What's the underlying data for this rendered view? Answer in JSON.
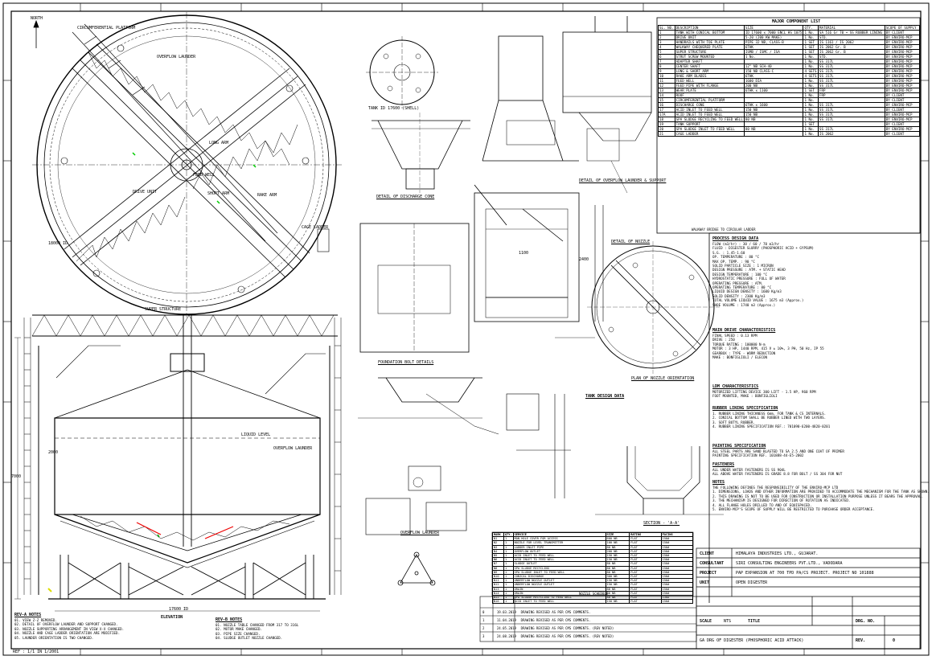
{
  "drawing": {
    "north_label": "NORTH",
    "client_label": "CLIENT",
    "client_value": "HIMALAYA INDUSTRIES LTD., GUJARAT.",
    "consultant_label": "CONSULTANT",
    "consultant_value": "SIRI CONSULTING ENGINEERS PVT.LTD., VADODARA",
    "project_label": "PROJECT",
    "project_value": "PAP EXPANSION AT 700 TPD PA/CS PROJECT. PROJECT NO 101888",
    "unit_label": "UNIT",
    "unit_value": "OPEN DIGESTER",
    "title_label": "TITLE",
    "title_value": "GA DRG OF DIGESTER (PHOSPHORIC ACID ATTACK)",
    "drg_no_label": "DRG. NO.",
    "rev_label": "REV.",
    "rev_value": "0",
    "scale_label": "SCALE",
    "scale_value": "NTS",
    "bottom_ref": "REF : 1/1 IN 1/2001"
  },
  "component_list": {
    "title": "MAJOR COMPONENT LIST",
    "headers": [
      "SL. NO.",
      "DESCRIPTION",
      "SIZE",
      "QTY.",
      "MATERIAL",
      "SCOPE OF SUPPLY"
    ],
    "rows": [
      [
        "1",
        "TANK WITH CONICAL BOTTOM",
        "ID 17600 x 7000 ENCL HS 1075",
        "1 No.",
        "SA 516 Gr 70 + SS RUBBER LINING",
        "BY CLIENT"
      ],
      [
        "2",
        "DRIVE UNIT",
        "5-20 (200 KW MAKE)",
        "1 No.",
        "STD.",
        "BY ENVIRO-MCP"
      ],
      [
        "3",
        "HANDRAILS WITH TOE PLATE",
        "PIPE 32 NB, CLASS-B",
        "1 SET",
        "IS 1161 / IS 2062",
        "BY ENVIRO-MCP"
      ],
      [
        "4",
        "WALKWAY CHEQUERED PLATE",
        "6THK",
        "1 SET",
        "IS 2062 Gr. B",
        "BY ENVIRO-MCP"
      ],
      [
        "5",
        "SUPER STRUCTURE",
        "ISMB / ISMC / ISA",
        "1 SET",
        "IS 2062 Gr. B",
        "BY ENVIRO-MCP"
      ],
      [
        "6",
        "STRUT SCREW MOUNTED",
        "1 No.",
        "1 No.",
        "STD.",
        "BY ENVIRO-MCP"
      ],
      [
        "7",
        "ADAPTER SHAFT",
        "",
        "1 No.",
        "SS 317L",
        "BY ENVIRO-MCP"
      ],
      [
        "8",
        "CENTER SHAFT",
        "12\" NB SCH-40",
        "1 No.",
        "SS 317L",
        "BY ENVIRO-MCP"
      ],
      [
        "9",
        "LONG & SHORT ARM",
        "150 NB CLASS-C",
        "4 SETS",
        "SS 317L",
        "BY ENVIRO-MCP"
      ],
      [
        "10",
        "RAKE ARM BLADES",
        "6THK",
        "4 SETS",
        "SS 317L",
        "BY ENVIRO-MCP"
      ],
      [
        "11",
        "FEED WELL",
        "1600 DIA",
        "1 No.",
        "SS 317L",
        "BY ENVIRO-MCP"
      ],
      [
        "12",
        "FEED PIPE WITH FLANGE",
        "200 NB",
        "1 No.",
        "SS 317L",
        "BY ENVIRO-MCP"
      ],
      [
        "13",
        "WEAR PLATE",
        "6THK x 1100",
        "1 SET",
        "FRP",
        "BY ENVIRO-MCP"
      ],
      [
        "14",
        "ROOF",
        "",
        "1 No.",
        "FRP",
        "BY CLIENT"
      ],
      [
        "15",
        "CIRCUMFERENTIAL PLATFORM",
        "",
        "1 No.",
        "",
        "BY CLIENT"
      ],
      [
        "16",
        "DISCHARGE CONE",
        "6THK x 1600",
        "1 No.",
        "SS 317L",
        "BY ENVIRO-MCP"
      ],
      [
        "17",
        "ACID INLET TO FEED WELL",
        "150 NB",
        "1 No.",
        "SS 317L",
        "BY CLIENT"
      ],
      [
        "17A",
        "ACID INLET TO FEED WELL",
        "150 NB",
        "1 No.",
        "SS 317L",
        "BY ENVIRO-MCP"
      ],
      [
        "18",
        "SPA SLUDGE RECYCLING TO FEED WELL",
        "80 NB",
        "1 No.",
        "SS 317L",
        "BY ENVIRO-MCP"
      ],
      [
        "19",
        "TANK SUPPORT",
        "",
        "1 SET",
        "",
        "BY CLIENT"
      ],
      [
        "20",
        "SPA SLUDGE INLET TO FEED WELL",
        "80 NB",
        "1 No.",
        "SS 317L",
        "BY ENVIRO-MCP"
      ],
      [
        "21",
        "CAGE LADDER",
        "",
        "1 No.",
        "IS 2062",
        "BY CLIENT"
      ]
    ],
    "footnote": "WALKWAY BRIDGE TO CIRCULAR LADDER"
  },
  "process_data": {
    "title": "PROCESS DESIGN DATA",
    "lines": [
      "FLOW (m3/hr) : 30 / 60 / 70 m3/hr",
      "FLUID : DIGESTER SLURRY (PHOSPHORIC ACID + GYPSUM)",
      "S.G. : 1.45-1.60",
      "OP. TEMPERATURE : 80 °C",
      "MAX OP. TEMP. : 90 °C",
      "SOLID PARTICLE SIZE : 1 MICRON",
      "DESIGN PRESSURE : ATM. + STATIC HEAD",
      "DESIGN TEMPERATURE : 100 °C",
      "HYDROSTATIC PRESSURE : FULL OF WATER",
      "OPERATING PRESSURE : ATM.",
      "OPERATING TEMPERATURE : 80 °C",
      "LIQUID DESIGN DENSITY : 1600 Kg/m3",
      "SOLID DENSITY : 2300 Kg/m3",
      "TOTAL VOLUME LIQUID VALUE : 1675 m3 (Approx.)",
      "SHOE VOLUME : 1740 m3 (Approx.)"
    ]
  },
  "drive_characteristics": {
    "title": "MAIN DRIVE CHARACTERISTICS",
    "lines": [
      "FINAL SPEED : 0.13 RPM",
      "DRIVE : 250",
      "TORQUE RATING : 100000 N-m",
      "MOTOR : 3 HP, 1440 RPM, 415 V ± 10%, 3 PH, 50 Hz, IP 55",
      "GEARBOX : TYPE - WORM REDUCTION",
      "MAKE : BONFIGLIOLI / ELECON"
    ]
  },
  "lifting_data": {
    "title": "LDM CHARACTERISTICS",
    "lines": [
      "MOTORIZED LIFTING DEVICE 300 LIFT - 1.5 HP, 960 RPM",
      "FOOT MOUNTED, MAKE : BONFIGLIOLI"
    ]
  },
  "lining": {
    "title": "RUBBER LINING SPECIFICATION",
    "lines": [
      "1. RUBBER LINING THICKNESS 6mm, FOR TANK & CS INTERNALS.",
      "2. CONICAL BOTTOM SHALL BE RUBBER LINED WITH TWO LAYERS.",
      "3. SOFT BUTYL RUBBER.",
      "4. RUBBER LINING SPECIFICATION REF.: 701090-6200-4820-0201"
    ]
  },
  "painting": {
    "title": "PAINTING SPECIFICATION",
    "lines": [
      "ALL STEEL PARTS ARE SAND BLASTED TO SA 2.5 AND ONE COAT OF PRIMER",
      "PAINTING SPECIFICATION REF. 101888-44-E5-2002"
    ]
  },
  "fasteners": {
    "title": "FASTENERS",
    "lines": [
      "ALL UNDER WATER FASTENERS IS SS 904L",
      "ALL ABOVE WATER FASTENERS IS GRADE 8.8 FOR BOLT / SS 304 FOR NUT"
    ]
  },
  "notes": {
    "title": "NOTES",
    "lines": [
      "THE FOLLOWING DEFINES THE RESPONSIBILITY OF THE ENVIRO-MCP LTD",
      "1. DIMENSIONS, LOADS AND OTHER INFORMATION ARE PROVIDED TO ACCOMMODATE THE MECHANISM FOR THE TANK AS SHOWN.",
      "2. THIS DRAWING IS NOT TO BE USED FOR CONSTRUCTION OR INSTALLATION PURPOSE UNLESS IT BEARS THE APPROVAL.",
      "3. THE MECHANISM IS DESIGNED FOR DIRECTION OF ROTATION AS INDICATED.",
      "4. ALL FLANGE HOLES DRILLED TO AND OF EQUISPACED.",
      "5. ENVIRO-MCP'S SCOPE OF SUPPLY WILL BE RESTRICTED TO PURCHASE ORDER ACCEPTANCE."
    ]
  },
  "nozzle_schedule": {
    "title": "NOZZLE SCHEDULE",
    "headers": [
      "MARK",
      "QTY.",
      "SERVICE",
      "SIZE",
      "RATING",
      "FACING"
    ],
    "rows": [
      [
        "N1",
        "1",
        "MAN HOLE COVER FOR ACCESS",
        "600 NB",
        "FLAT",
        "150#"
      ],
      [
        "N2",
        "1",
        "NOZZLE FOR LEVEL TRANSMITTER",
        "100 NB",
        "FLAT",
        "150#"
      ],
      [
        "N3",
        "1",
        "LADDER INLET PIPE",
        "80 NB",
        "FLAT",
        "150#"
      ],
      [
        "N4",
        "1",
        "OVERFLOW OUTLET",
        "200 NB",
        "FLAT",
        "150#"
      ],
      [
        "N5",
        "1",
        "ACID INLET TO FEED WELL",
        "150 NB",
        "FLAT",
        "150#"
      ],
      [
        "N6",
        "1",
        "ACID INLET TO FEED WELL",
        "150 NB",
        "FLAT",
        "150#"
      ],
      [
        "N7",
        "1",
        "SLUDGE OUTLET",
        "80 NB",
        "FLAT",
        "150#"
      ],
      [
        "N8",
        "1",
        "SPA SLUDGE RECYCLING",
        "80 NB",
        "FLAT",
        "150#"
      ],
      [
        "N9",
        "1",
        "SPA SLUDGE INLET TO FEED WELL",
        "80 NB",
        "FLAT",
        "150#"
      ],
      [
        "N10",
        "1",
        "CONICAL DISCHARGE",
        "300 NB",
        "FLAT",
        "150#"
      ],
      [
        "N11",
        "1",
        "UNDERFLOW NOZZLE OUTLET",
        "150 NB",
        "FLAT",
        "150#"
      ],
      [
        "N12",
        "1",
        "UNDERFLOW NOZZLE OUTLET",
        "150 NB",
        "FLAT",
        "150#"
      ],
      [
        "N13",
        "1",
        "DRAIN",
        "80 NB",
        "FLAT",
        "150#"
      ],
      [
        "N14",
        "1",
        "DRAIN",
        "80 NB",
        "FLAT",
        "150#"
      ],
      [
        "N15",
        "1",
        "SPA SLUDGE RECYCLING TO FEED WELL",
        "80 NB",
        "FLAT",
        "150#"
      ],
      [
        "N16",
        "1",
        "ACID INLET TO FEED WELL",
        "150 NB",
        "FLAT",
        "150#"
      ]
    ]
  },
  "revisions": {
    "headers": [
      "REV.",
      "DATE",
      "DESCRIPTION"
    ],
    "rows": [
      [
        "0",
        "19.03.2019",
        "DRAWING REVISED AS PER CMS COMMENTS."
      ],
      [
        "1",
        "11.04.2019",
        "DRAWING REVISED AS PER CMS COMMENTS."
      ],
      [
        "2",
        "24.05.2019",
        "DRAWING REVISED AS PER CMS COMMENTS. (REV NOTED)"
      ],
      [
        "3",
        "24.08.2019",
        "DRAWING REVISED AS PER CMS COMMENTS. (REV NOTED)"
      ]
    ]
  },
  "rev_notes": {
    "title": "REV-A NOTES",
    "lines": [
      "01. VIEW Z-Z REMOVED.",
      "02. DETAIL OF OVERFLOW LAUNDER AND SUPPORT CHANGED.",
      "03. NOZZLE SUPPORTING ARRANGEMENT IN VIEW X-X CHANGED.",
      "04. NOZZLE AND CAGE LADDER ORIENTATION ARE MODIFIED.",
      "05. LAUNDER ORIENTATION IS TWO CHANGED."
    ]
  },
  "rev_b_notes": {
    "title": "REV-B NOTES",
    "lines": [
      "01. NOZZLE TABLE CHANGED FROM 317 TO 316L",
      "02. MOTOR MAKE CHANGED.",
      "03. PIPE SIZE CHANGED.",
      "04. SLUDGE OUTLET NOZZLE CHANGED."
    ]
  },
  "labels": {
    "plan_title": "CIRCUMFERENTIAL PLATFORM",
    "overflow_launder": "OVERFLOW LAUNDER",
    "rake_arm": "RAKE ARM",
    "long_arm": "LONG ARM",
    "short_arm": "SHORT ARM",
    "feed_well": "FEED WELL",
    "drive_unit": "DRIVE UNIT",
    "cage_ladder": "CAGE LADDER",
    "tank_label": "TANK ID 17600 (SHELL)",
    "elevation_title": "ELEVATION",
    "detail_overflow": "DETAIL OF OVERFLOW LAUNDER & SUPPORT",
    "detail_nozzle": "DETAIL OF NOZZLE",
    "detail_sludge": "DETAIL OF DISCHARGE CONE",
    "plan_nozzle": "PLAN OF NOZZLE ORIENTATION",
    "foundation": "FOUNDATION BOLT DETAILS",
    "section_a": "SECTION - 'A-A'",
    "overflow_launder_2": "OVERFLOW LAUNDER",
    "super_structure": "SUPER STRUCTURE",
    "liquid_level": "LIQUID LEVEL",
    "tank_design": "TANK DESIGN DATA"
  },
  "dims": {
    "d1": "17600 ID",
    "d2": "2000",
    "d3": "7000",
    "d4": "1100",
    "d5": "2400",
    "d6": "18000 ID"
  }
}
